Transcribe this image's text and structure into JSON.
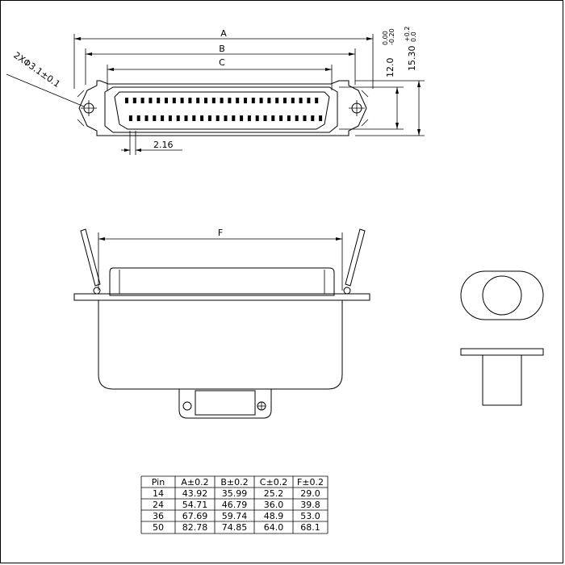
{
  "dimensions": {
    "a": "A",
    "b": "B",
    "c": "C",
    "f": "F",
    "hole": "2XΦ3.1±0.1",
    "pitch": "2.16",
    "height_inner": "12.0",
    "height_inner_tol_upper": "0.00",
    "height_inner_tol_lower": "-0.20",
    "height_outer": "15.30",
    "height_outer_tol_upper": "+0.2",
    "height_outer_tol_lower": "0.0"
  },
  "table": {
    "headers": [
      "Pin",
      "A±0.2",
      "B±0.2",
      "C±0.2",
      "F±0.2"
    ],
    "rows": [
      [
        "14",
        "43.92",
        "35.99",
        "25.2",
        "29.0"
      ],
      [
        "24",
        "54.71",
        "46.79",
        "36.0",
        "39.8"
      ],
      [
        "36",
        "67.69",
        "59.74",
        "48.9",
        "53.0"
      ],
      [
        "50",
        "82.78",
        "74.85",
        "64.0",
        "68.1"
      ]
    ]
  }
}
